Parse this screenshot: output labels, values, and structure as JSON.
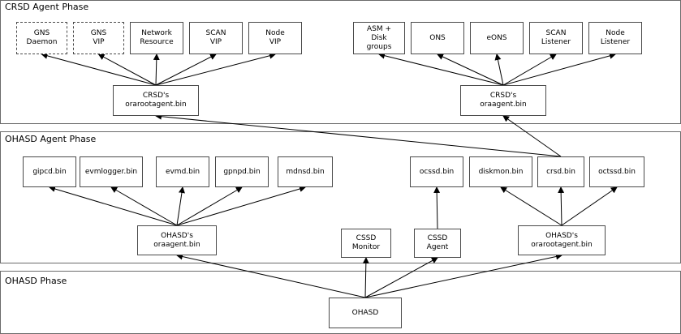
{
  "phases": {
    "crsd_agent": "CRSD Agent Phase",
    "ohasd_agent": "OHASD Agent Phase",
    "ohasd": "OHASD Phase"
  },
  "nodes": {
    "gns_daemon": "GNS\nDaemon",
    "gns_vip": "GNS\nVIP",
    "network_resource": "Network\nResource",
    "scan_vip": "SCAN\nVIP",
    "node_vip": "Node\nVIP",
    "asm_disk_groups": "ASM +\nDisk\ngroups",
    "ons": "ONS",
    "eons": "eONS",
    "scan_listener": "SCAN\nListener",
    "node_listener": "Node\nListener",
    "crsd_orarootagent": "CRSD's\norarootagent.bin",
    "crsd_oraagent": "CRSD's\noraagent.bin",
    "gipcd": "gipcd.bin",
    "evmlogger": "evmlogger.bin",
    "evmd": "evmd.bin",
    "gpnpd": "gpnpd.bin",
    "mdnsd": "mdnsd.bin",
    "ocssd": "ocssd.bin",
    "diskmon": "diskmon.bin",
    "crsd": "crsd.bin",
    "octssd": "octssd.bin",
    "ohasd_oraagent": "OHASD's\noraagent.bin",
    "cssd_monitor": "CSSD\nMonitor",
    "cssd_agent": "CSSD\nAgent",
    "ohasd_orarootagent": "OHASD's\norarootagent.bin",
    "ohasd": "OHASD"
  },
  "edges": [
    [
      "crsd_orarootagent",
      "gns_daemon"
    ],
    [
      "crsd_orarootagent",
      "gns_vip"
    ],
    [
      "crsd_orarootagent",
      "network_resource"
    ],
    [
      "crsd_orarootagent",
      "scan_vip"
    ],
    [
      "crsd_orarootagent",
      "node_vip"
    ],
    [
      "crsd_oraagent",
      "asm_disk_groups"
    ],
    [
      "crsd_oraagent",
      "ons"
    ],
    [
      "crsd_oraagent",
      "eons"
    ],
    [
      "crsd_oraagent",
      "scan_listener"
    ],
    [
      "crsd_oraagent",
      "node_listener"
    ],
    [
      "crsd",
      "crsd_orarootagent"
    ],
    [
      "crsd",
      "crsd_oraagent"
    ],
    [
      "ohasd_oraagent",
      "gipcd"
    ],
    [
      "ohasd_oraagent",
      "evmlogger"
    ],
    [
      "ohasd_oraagent",
      "evmd"
    ],
    [
      "ohasd_oraagent",
      "gpnpd"
    ],
    [
      "ohasd_oraagent",
      "mdnsd"
    ],
    [
      "cssd_agent",
      "ocssd"
    ],
    [
      "ohasd_orarootagent",
      "diskmon"
    ],
    [
      "ohasd_orarootagent",
      "crsd"
    ],
    [
      "ohasd_orarootagent",
      "octssd"
    ],
    [
      "ohasd",
      "ohasd_oraagent"
    ],
    [
      "ohasd",
      "cssd_monitor"
    ],
    [
      "ohasd",
      "cssd_agent"
    ],
    [
      "ohasd",
      "ohasd_orarootagent"
    ]
  ]
}
